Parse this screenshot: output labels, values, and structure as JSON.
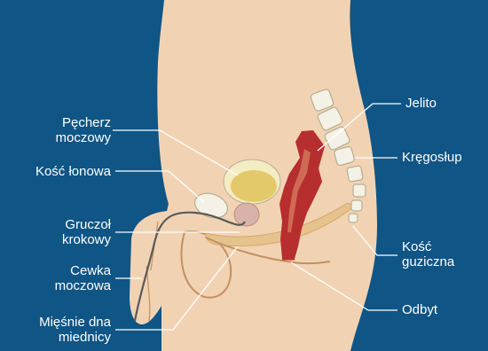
{
  "labels": {
    "bladder": [
      "Pęcherz",
      "moczowy"
    ],
    "pubic_bone": [
      "Kość łonowa"
    ],
    "prostate": [
      "Gruczoł",
      "krokowy"
    ],
    "urethra": [
      "Cewka",
      "moczowa"
    ],
    "pelvic_floor": [
      "Mięśnie dna",
      "miednicy"
    ],
    "intestine": [
      "Jelito"
    ],
    "spine": [
      "Kręgosłup"
    ],
    "coccyx": [
      "Kość",
      "guziczna"
    ],
    "anus": [
      "Odbyt"
    ]
  },
  "colors": {
    "background": "#0f5585",
    "skin": "#f1d3b3",
    "bladder": "#e9d57e",
    "bone": "#f4f1e6",
    "prostate": "#d9b2a9",
    "rectum": "#b72e2e",
    "muscle": "#e6c28d"
  }
}
